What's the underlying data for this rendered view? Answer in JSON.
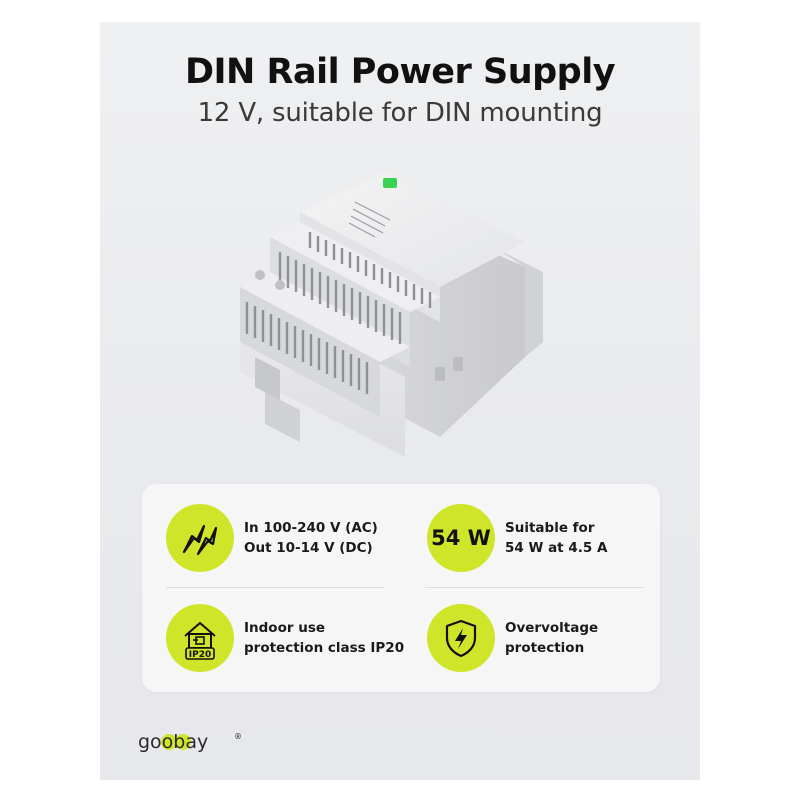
{
  "header": {
    "title": "DIN Rail Power Supply",
    "subtitle": "12 V, suitable for DIN mounting"
  },
  "features": [
    {
      "icon": "lightning-bolts-icon",
      "lines": [
        "In 100-240 V (AC)",
        "Out 10-14 V (DC)"
      ]
    },
    {
      "badge_text": "54 W",
      "lines": [
        "Suitable for",
        "54 W at 4.5 A"
      ]
    },
    {
      "icon": "indoor-house-icon",
      "icon_label": "IP20",
      "lines": [
        "Indoor use",
        "protection class IP20"
      ]
    },
    {
      "icon": "shield-lightning-icon",
      "lines": [
        "Overvoltage",
        "protection"
      ]
    }
  ],
  "brand": {
    "logo_text": "goobay",
    "registered_mark": "®"
  },
  "colors": {
    "accent": "#cfe52a",
    "background": "#ebecee",
    "card": "#f6f6f7",
    "text": "#111111",
    "status_led": "#39d353"
  }
}
